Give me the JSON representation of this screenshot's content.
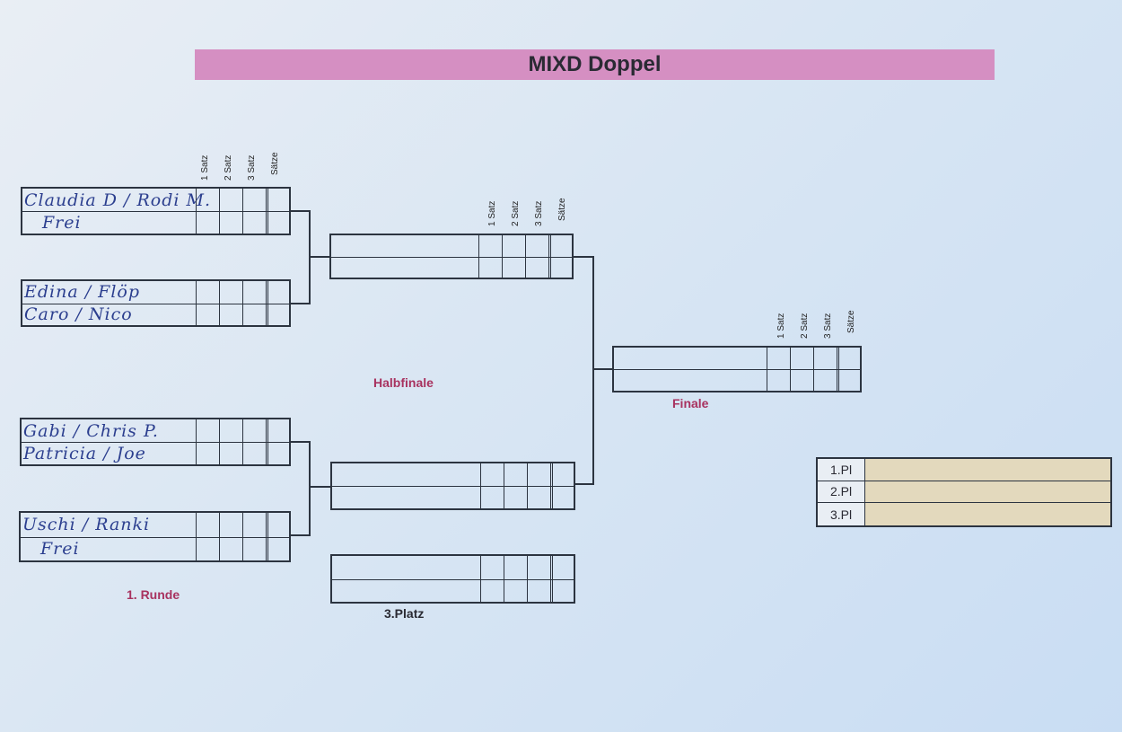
{
  "title": "MIXD Doppel",
  "set_headers": [
    "1 Satz",
    "2 Satz",
    "3 Satz",
    "Sätze"
  ],
  "labels": {
    "round1": "1. Runde",
    "semifinal": "Halbfinale",
    "final": "Finale",
    "third_place": "3.Platz"
  },
  "round1_matches": [
    {
      "team1": "Claudia D / Rodi M.",
      "team2": "Frei"
    },
    {
      "team1": "Edina / Flöp",
      "team2": "Caro / Nico"
    },
    {
      "team1": "Gabi / Chris P.",
      "team2": "Patricia / Joe"
    },
    {
      "team1": "Uschi / Ranki",
      "team2": "Frei"
    }
  ],
  "ranking": [
    "1.Pl",
    "2.Pl",
    "3.Pl"
  ],
  "colors": {
    "title_bar": "#d58fc2",
    "label_pink": "#a8325f",
    "ranking_fill": "#e3d9bd",
    "handwriting": "#2c3f8f"
  }
}
